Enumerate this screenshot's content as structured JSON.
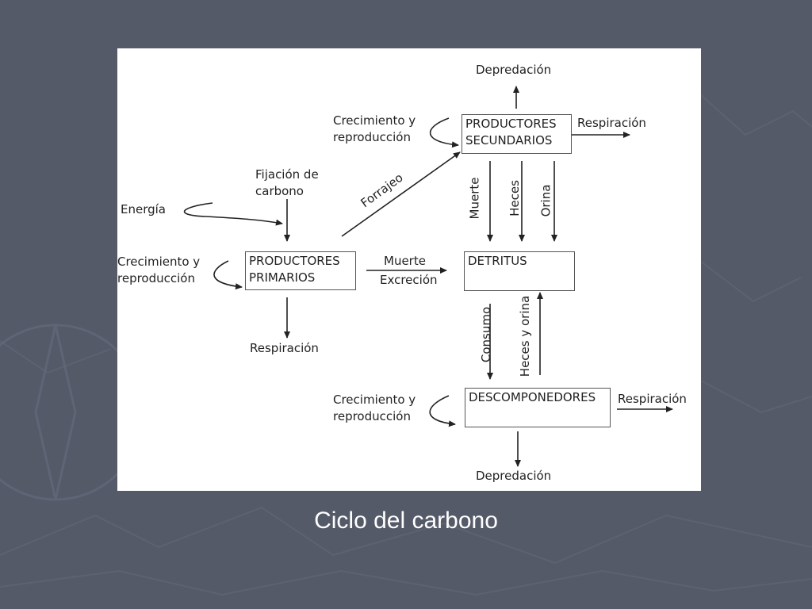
{
  "slide": {
    "title": "Ciclo del carbono",
    "background_color": "#555a68"
  },
  "diagram": {
    "boxes": {
      "secundarios": "PRODUCTORES\nSECUNDARIOS",
      "primarios": "PRODUCTORES\nPRIMARIOS",
      "detritus": "DETRITUS",
      "descomponedores": "DESCOMPONEDORES"
    },
    "labels": {
      "depredacion_top": "Depredación",
      "crecimiento_top": "Crecimiento y\nreproducción",
      "respiracion_top": "Respiración",
      "fijacion": "Fijación de\ncarbono",
      "energia": "Energía",
      "forrajeo": "Forrajeo",
      "muerte_vert": "Muerte",
      "heces_vert": "Heces",
      "orina_vert": "Orina",
      "crecimiento_left": "Crecimiento y\nreproducción",
      "muerte_horiz": "Muerte",
      "excrecion": "Excreción",
      "respiracion_bottom_left": "Respiración",
      "consumo": "Consumo",
      "heces_orina": "Heces y orina",
      "crecimiento_bottom": "Crecimiento y\nreproducción",
      "respiracion_right": "Respiración",
      "depredacion_bottom": "Depredación"
    }
  }
}
